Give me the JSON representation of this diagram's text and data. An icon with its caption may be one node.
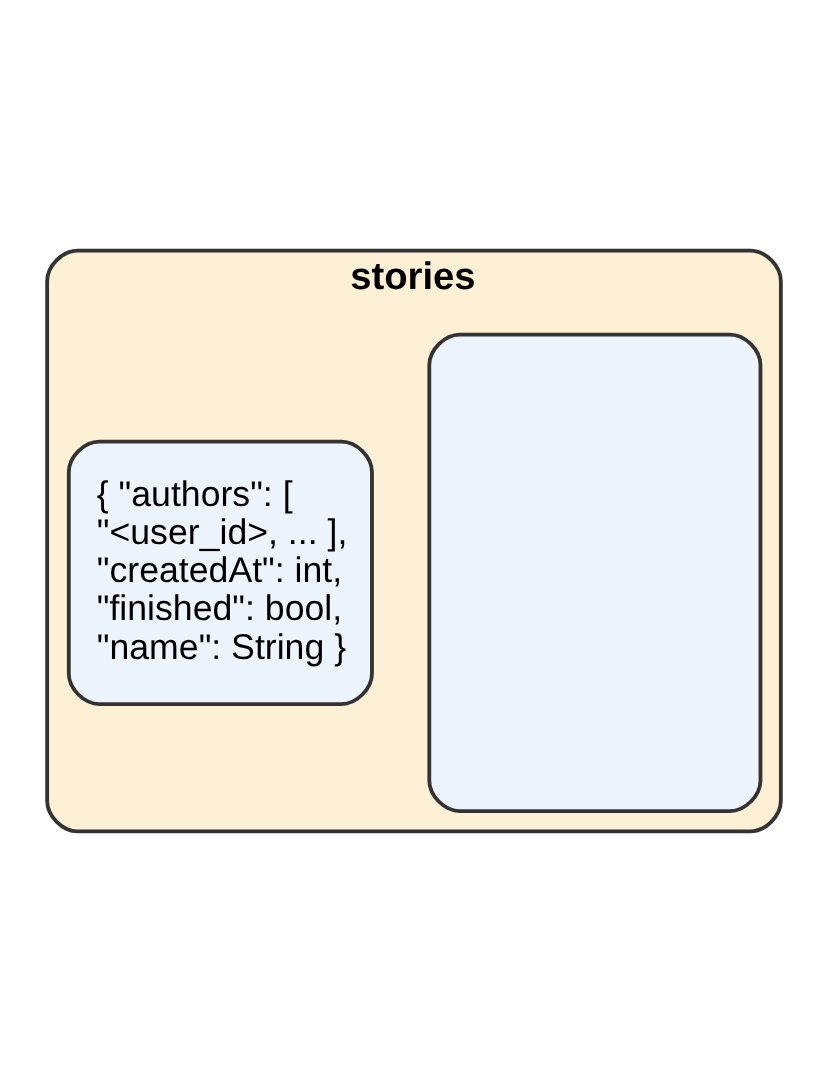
{
  "diagram": {
    "nodes": [
      {
        "text": [
          "stories"
        ]
      },
      {
        "text": [],
        "shape": "box",
        "in": 0
      },
      {
        "text": [
          "{ \"authors\": [ \"<user_id>, ... ], \"createdAt\": int, \"finished\": bool, \"name\": String }"
        ],
        "in": 0
      }
    ],
    "edges": []
  }
}
